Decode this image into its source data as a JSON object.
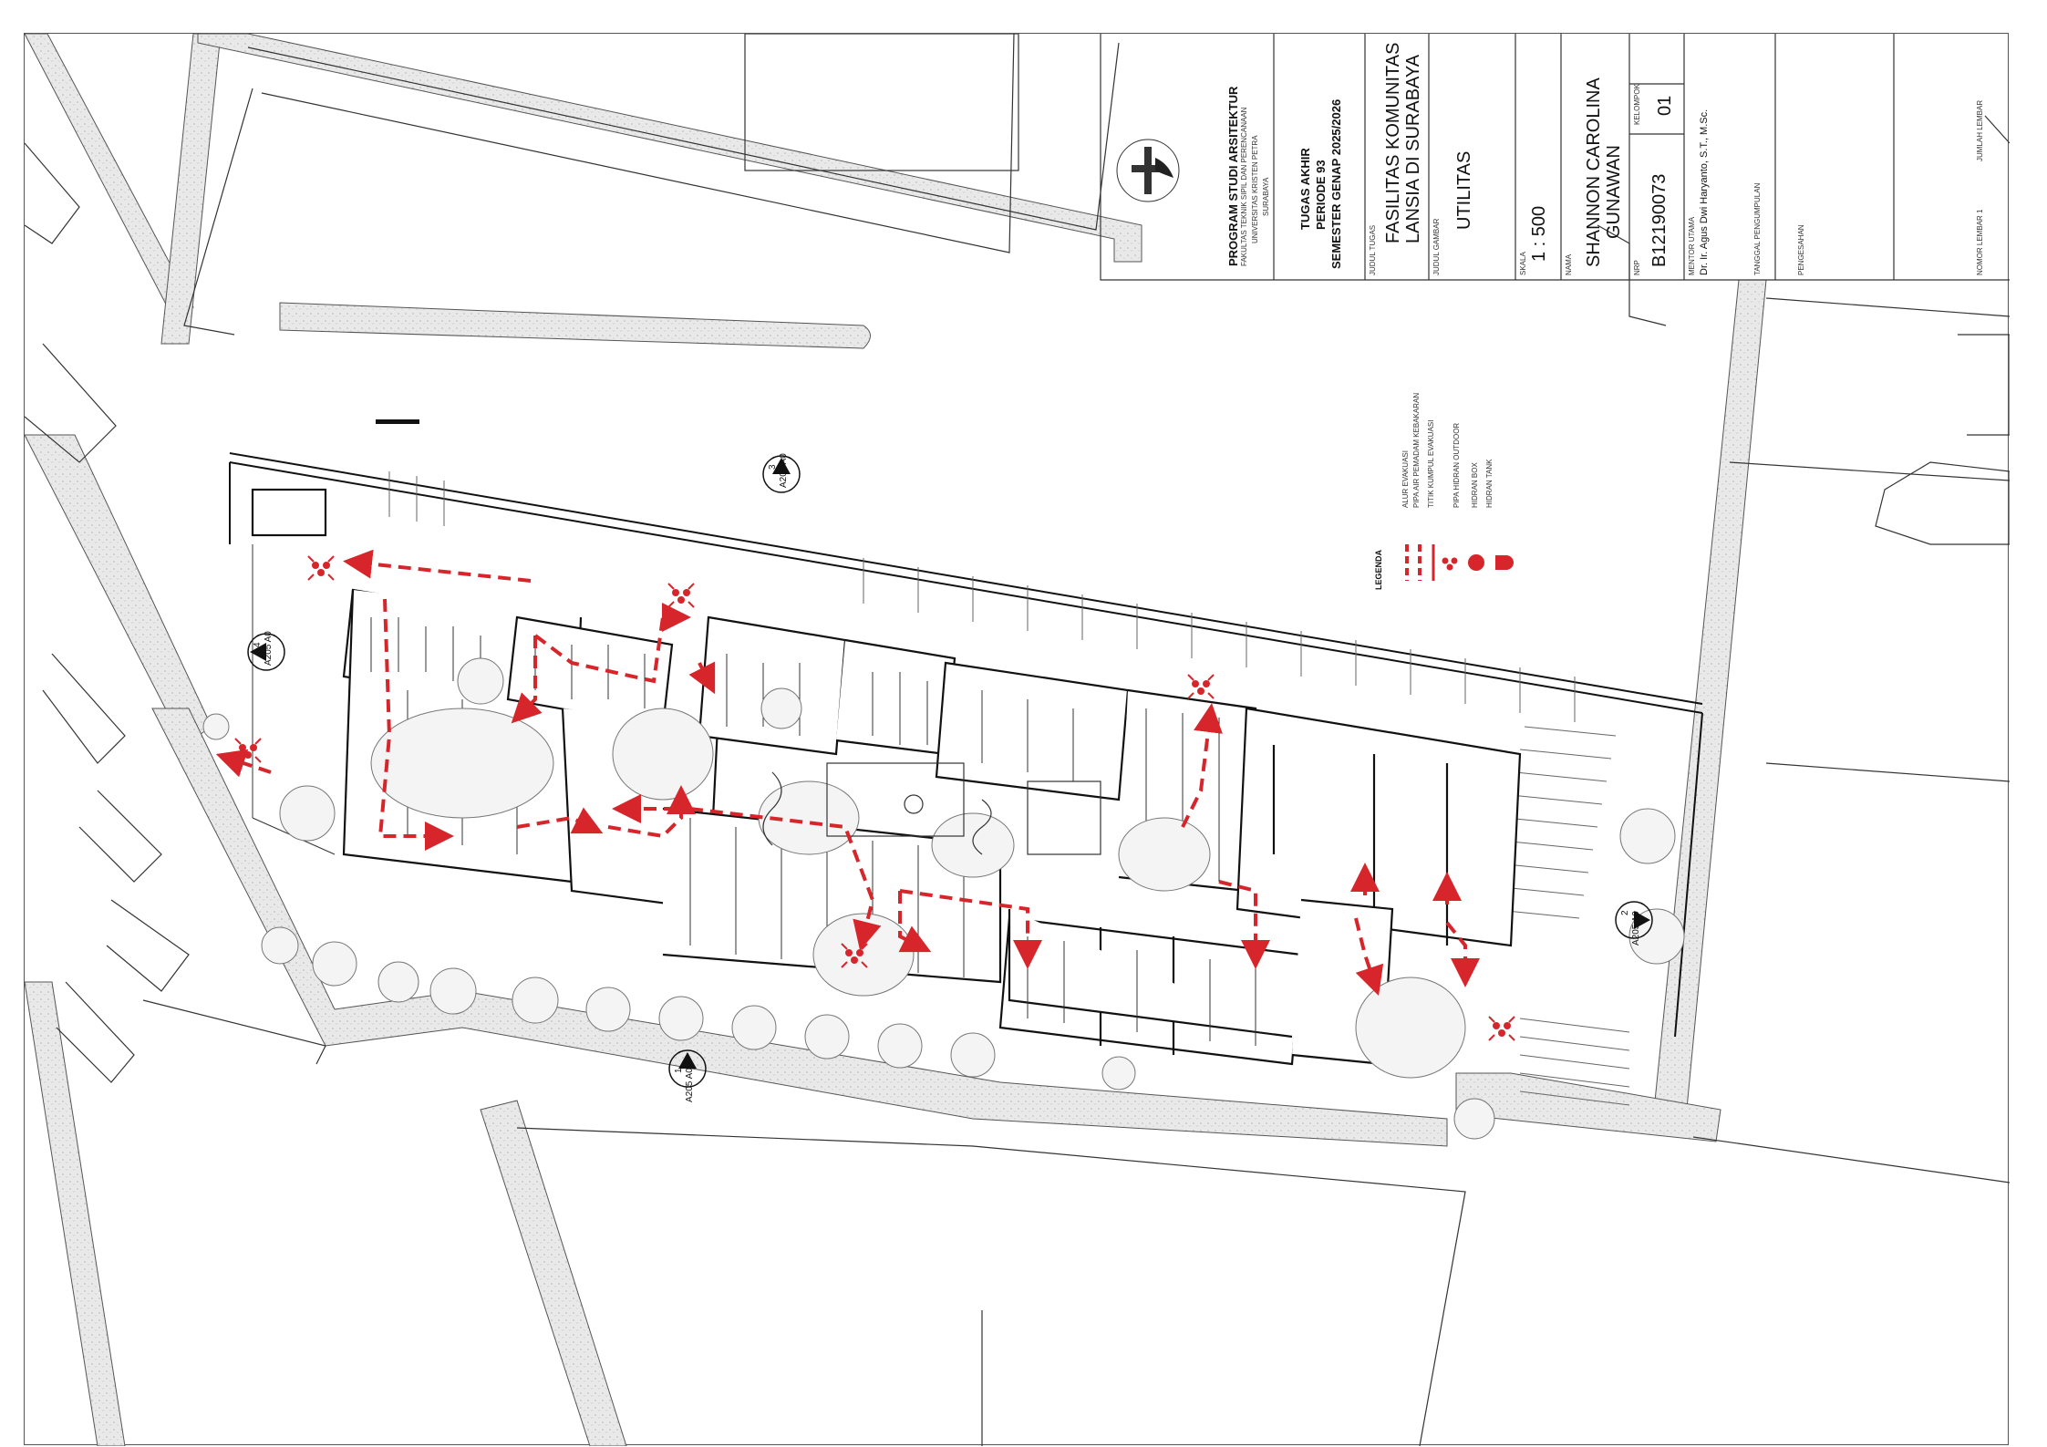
{
  "title_block": {
    "university_logo": "university-seal",
    "program": "PROGRAM STUDI ARSITEKTUR",
    "faculty": "FAKULTAS TEKNIK SIPIL DAN PERENCANAAN",
    "university": "UNIVERSITAS KRISTEN PETRA",
    "city": "SURABAYA",
    "course_line1": "TUGAS AKHIR",
    "course_line2": "PERIODE 93",
    "course_line3": "SEMESTER GENAP 2025/2026",
    "project_label": "JUDUL TUGAS",
    "project_title1": "FASILITAS KOMUNITAS",
    "project_title2": "LANSIA DI SURABAYA",
    "drawing_label": "JUDUL GAMBAR",
    "drawing_title": "UTILITAS",
    "scale_label": "SKALA",
    "scale": "1 : 500",
    "name_label": "NAMA",
    "name1": "SHANNON CAROLINA",
    "name2": "GUNAWAN",
    "nrp_label": "NRP",
    "nrp": "B12190073",
    "group_label": "KELOMPOK",
    "group": "01",
    "mentor_label": "MENTOR UTAMA",
    "mentor": "Dr. Ir. Agus Dwi Haryanto, S.T., M.Sc.",
    "date_label": "TANGGAL PENGUMPULAN",
    "approval_label": "PENGESAHAN",
    "sheet_no_label": "NOMOR LEMBAR 1",
    "sheet_count_label": "JUMLAH LEMBAR"
  },
  "legend": {
    "title": "LEGENDA",
    "items": [
      {
        "label": "ALUR EVAKUASI",
        "icon": "evacuation-arrow"
      },
      {
        "label": "PIPA AIR PEMADAM KEBAKARAN",
        "icon": "fire-pipe-line"
      },
      {
        "label": "TITIK KUMPUL EVAKUASI",
        "icon": "assembly-point"
      },
      {
        "label": "PIPA HIDRAN OUTDOOR",
        "icon": "hydrant-pipe"
      },
      {
        "label": "HIDRAN BOX",
        "icon": "hydrant-box"
      },
      {
        "label": "HIDRAN TANK",
        "icon": "hydrant-tank"
      }
    ]
  },
  "section_marks": [
    {
      "num": "1",
      "ref": "A205 A0"
    },
    {
      "num": "2",
      "ref": "A205 A0"
    },
    {
      "num": "3",
      "ref": "A205 A0"
    },
    {
      "num": "4",
      "ref": "A205 A0"
    }
  ],
  "colors": {
    "evacuation": "#d7262b",
    "line": "#1a1a1a",
    "road": "#e7e7e7",
    "tree": "#f4f4f4"
  }
}
